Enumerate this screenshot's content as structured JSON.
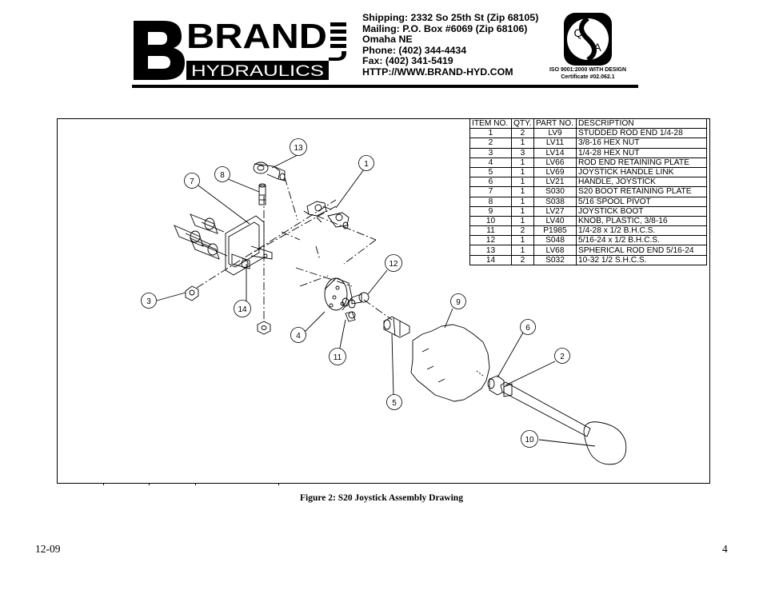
{
  "header": {
    "logo": {
      "word_top": "BRAND",
      "word_bottom": "HYDRAULICS"
    },
    "contact_lines": [
      "Shipping: 2332 So 25th St (Zip 68105)",
      "Mailing: P.O. Box #6069 (Zip 68106)",
      "Omaha NE",
      "Phone: (402) 344-4434",
      "Fax: (402) 341-5419",
      "HTTP://WWW.BRAND-HYD.COM"
    ],
    "iso_mark": {
      "letter_top": "Q",
      "letter_bottom": "A"
    },
    "iso_cert": {
      "line1": "ISO 9001:2000 WITH DESIGN",
      "line2": "Certificate #02.062.1"
    }
  },
  "parts_table": {
    "headers": [
      "ITEM NO.",
      "QTY.",
      "PART NO.",
      "DESCRIPTION"
    ],
    "rows": [
      {
        "item": "1",
        "qty": "2",
        "part": "LV9",
        "desc": "STUDDED ROD END 1/4-28"
      },
      {
        "item": "2",
        "qty": "1",
        "part": "LV11",
        "desc": "3/8-16 HEX NUT"
      },
      {
        "item": "3",
        "qty": "3",
        "part": "LV14",
        "desc": "1/4-28 HEX NUT"
      },
      {
        "item": "4",
        "qty": "1",
        "part": "LV66",
        "desc": "ROD END RETAINING PLATE"
      },
      {
        "item": "5",
        "qty": "1",
        "part": "LV69",
        "desc": "JOYSTICK HANDLE LINK"
      },
      {
        "item": "6",
        "qty": "1",
        "part": "LV21",
        "desc": "HANDLE, JOYSTICK"
      },
      {
        "item": "7",
        "qty": "1",
        "part": "S030",
        "desc": "S20 BOOT RETAINING PLATE"
      },
      {
        "item": "8",
        "qty": "1",
        "part": "S038",
        "desc": "5/16 SPOOL PIVOT"
      },
      {
        "item": "9",
        "qty": "1",
        "part": "LV27",
        "desc": "JOYSTICK BOOT"
      },
      {
        "item": "10",
        "qty": "1",
        "part": "LV40",
        "desc": "KNOB, PLASTIC, 3/8-16"
      },
      {
        "item": "11",
        "qty": "2",
        "part": "P1985",
        "desc": "1/4-28 x 1/2 B.H.C.S."
      },
      {
        "item": "12",
        "qty": "1",
        "part": "S048",
        "desc": "5/16-24 x 1/2 B.H.C.S."
      },
      {
        "item": "13",
        "qty": "1",
        "part": "LV68",
        "desc": "SPHERICAL ROD END 5/16-24"
      },
      {
        "item": "14",
        "qty": "2",
        "part": "S032",
        "desc": "10-32 1/2 S.H.C.S."
      }
    ]
  },
  "callouts": [
    "1",
    "2",
    "3",
    "4",
    "5",
    "6",
    "7",
    "8",
    "9",
    "10",
    "11",
    "12",
    "13",
    "14"
  ],
  "caption": "Figure 2: S20 Joystick Assembly Drawing",
  "footer": {
    "left": "12-09",
    "right": "4"
  }
}
